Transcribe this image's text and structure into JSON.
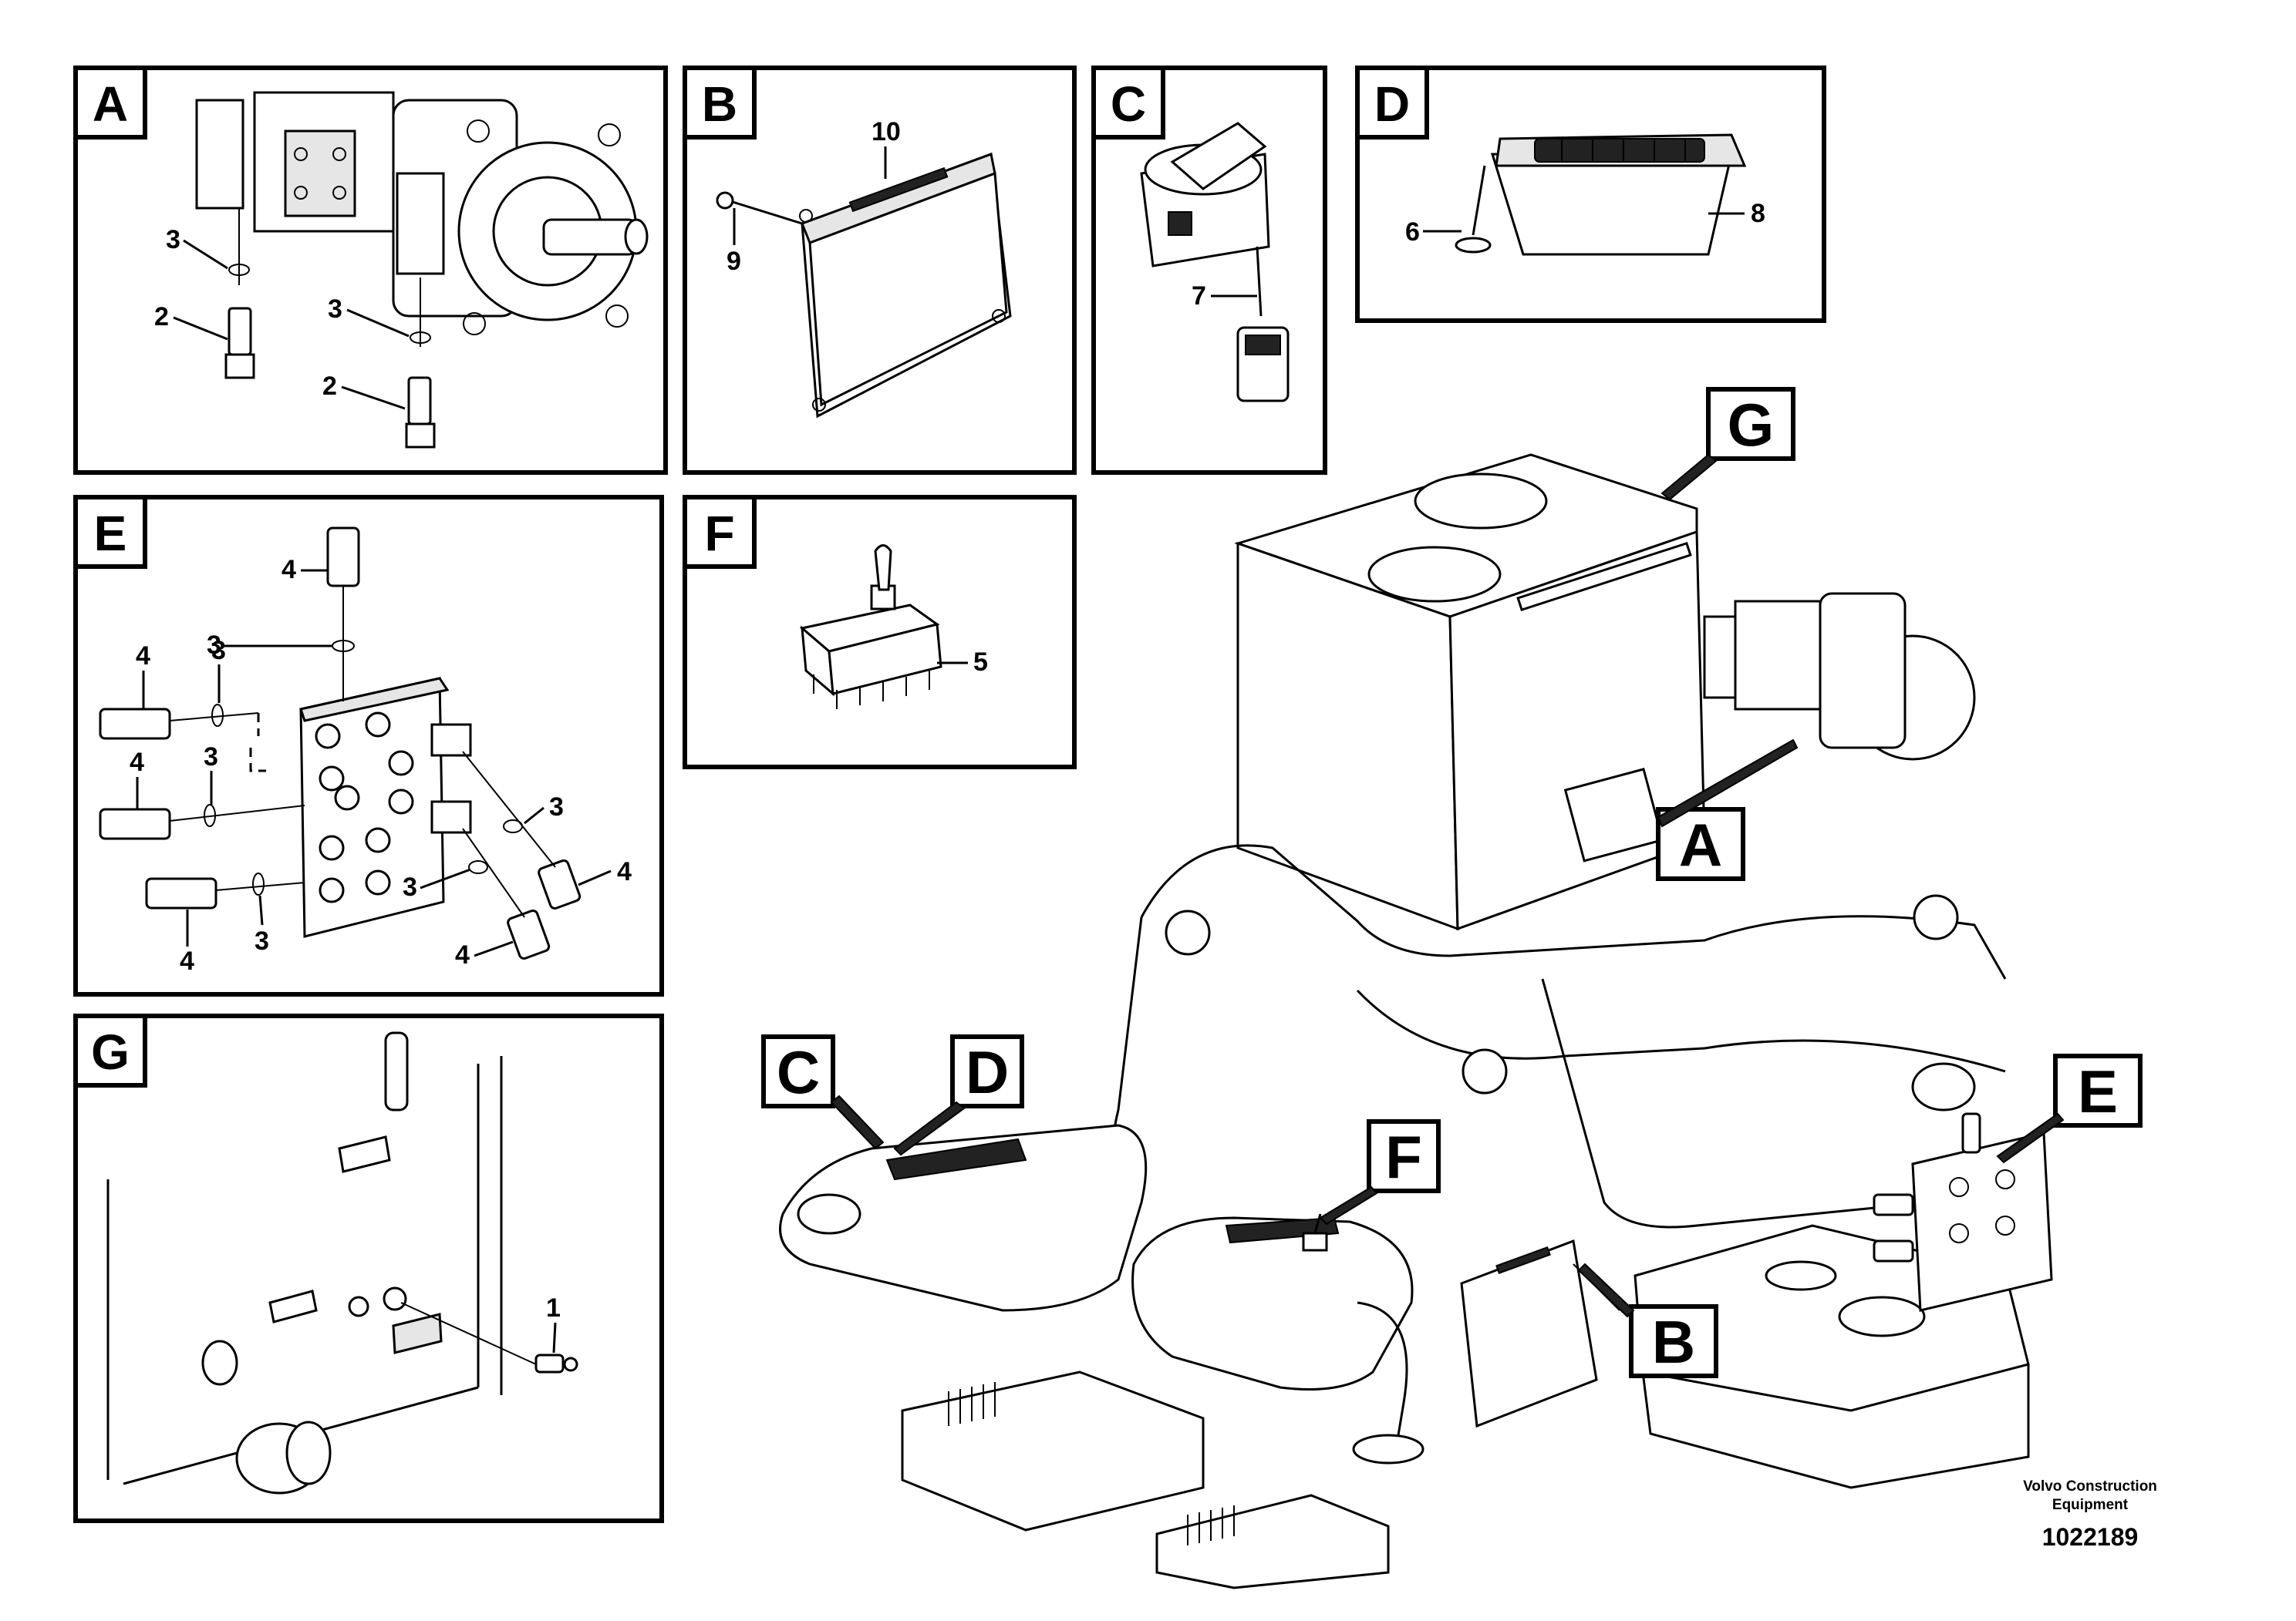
{
  "panels": {
    "A": {
      "letter": "A",
      "callouts": [
        "3",
        "2",
        "3",
        "2"
      ]
    },
    "B": {
      "letter": "B",
      "callouts": [
        "10",
        "9"
      ]
    },
    "C": {
      "letter": "C",
      "callouts": [
        "7"
      ]
    },
    "D": {
      "letter": "D",
      "callouts": [
        "6",
        "8"
      ]
    },
    "E": {
      "letter": "E",
      "callouts": [
        "4",
        "3",
        "4",
        "3",
        "4",
        "3",
        "3",
        "4",
        "3",
        "4",
        "4",
        "3"
      ]
    },
    "F": {
      "letter": "F",
      "callouts": [
        "5"
      ]
    },
    "G": {
      "letter": "G",
      "callouts": [
        "1"
      ]
    }
  },
  "overview_tags": [
    "G",
    "A",
    "C",
    "D",
    "F",
    "E",
    "B"
  ],
  "credit": {
    "line1": "Volvo Construction",
    "line2": "Equipment",
    "doc_number": "1022189"
  }
}
